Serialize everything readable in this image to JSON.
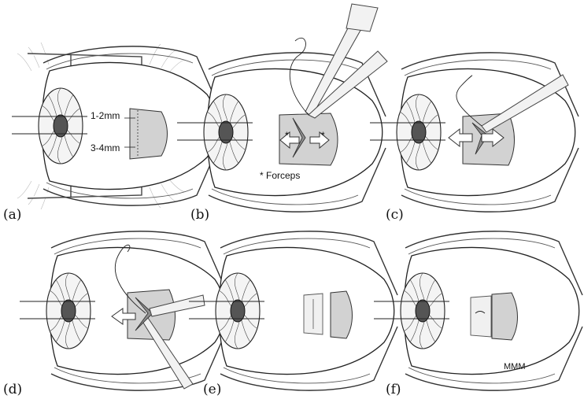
{
  "panels": [
    {
      "id": "a",
      "label": "(a)",
      "annotations": [
        "1-2mm",
        "3-4mm"
      ]
    },
    {
      "id": "b",
      "label": "(b)",
      "annotations": [
        "*",
        "*",
        "* Forceps"
      ]
    },
    {
      "id": "c",
      "label": "(c)",
      "annotations": []
    },
    {
      "id": "d",
      "label": "(d)",
      "annotations": []
    },
    {
      "id": "e",
      "label": "(e)",
      "annotations": []
    },
    {
      "id": "f",
      "label": "(f)",
      "annotations": [
        "MMM"
      ]
    }
  ]
}
